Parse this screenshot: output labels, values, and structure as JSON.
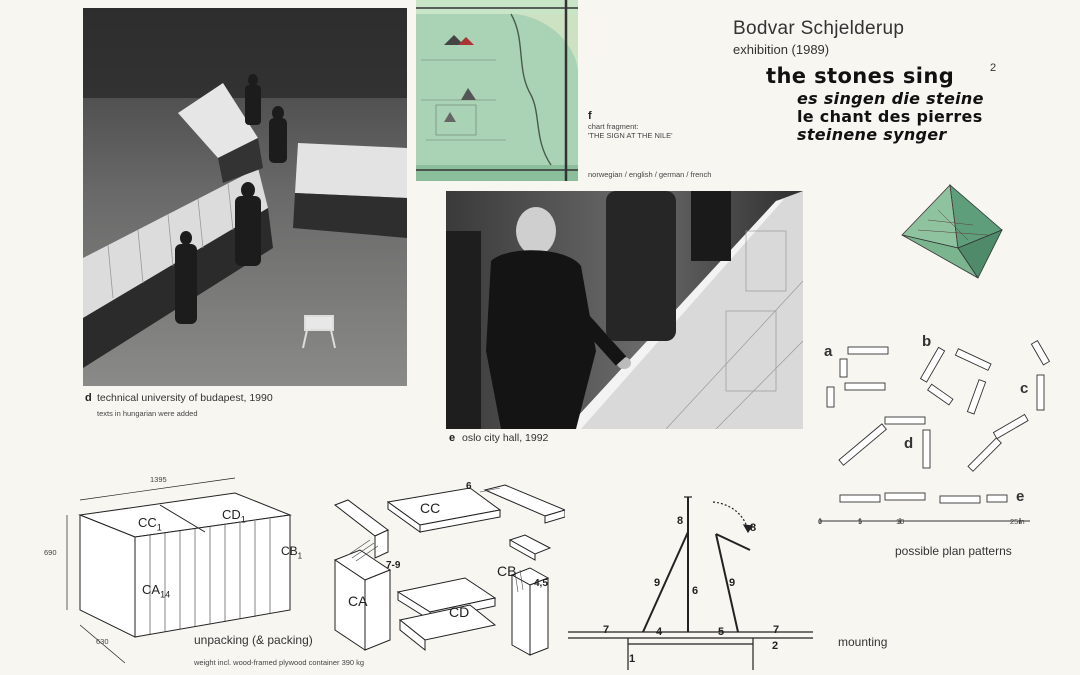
{
  "title": {
    "author": "Bodvar Schjelderup",
    "exhibition": "exhibition (1989)",
    "main": "the stones sing",
    "superscript": "2",
    "german": "es singen die steine",
    "french": "le chant des pierres",
    "norwegian": "steinene synger"
  },
  "captions": {
    "d": {
      "letter": "d",
      "text": "technical university of budapest, 1990",
      "note": "texts in hungarian were added"
    },
    "e": {
      "letter": "e",
      "text": "oslo city hall, 1992"
    },
    "f": {
      "letter": "f",
      "line1": "chart fragment:",
      "line2": "'THE SIGN AT THE NILE'"
    },
    "languages": "norwegian / english / german / french"
  },
  "plan": {
    "caption": "possible plan patterns",
    "labels": [
      "a",
      "b",
      "c",
      "d",
      "e"
    ],
    "scale_ticks": [
      "0",
      "5",
      "10",
      "25m"
    ]
  },
  "unpacking": {
    "caption": "unpacking (& packing)",
    "weight_note": "weight incl. wood-framed plywood container 390 kg",
    "dim_top": "1395",
    "dim_left": "690",
    "dim_bottom": "630",
    "crate_labels": {
      "cc": "CC",
      "cc_sub": "1",
      "cd": "CD",
      "cd_sub": "1",
      "cb": "CB",
      "cb_sub": "1",
      "ca": "CA",
      "ca_sub": "14"
    },
    "parts": {
      "cc": "CC",
      "cd": "CD",
      "ca": "CA",
      "cb": "CB",
      "n6": "6",
      "n79": "7-9",
      "n45": "4,5"
    }
  },
  "mounting": {
    "caption": "mounting",
    "numbers": [
      "1",
      "2",
      "4",
      "5",
      "6",
      "7",
      "7",
      "8",
      "8",
      "9",
      "9"
    ]
  },
  "colors": {
    "ink": "#222222",
    "map_green": "#a9d3b4",
    "pyramid_green": "#6fae8a"
  }
}
